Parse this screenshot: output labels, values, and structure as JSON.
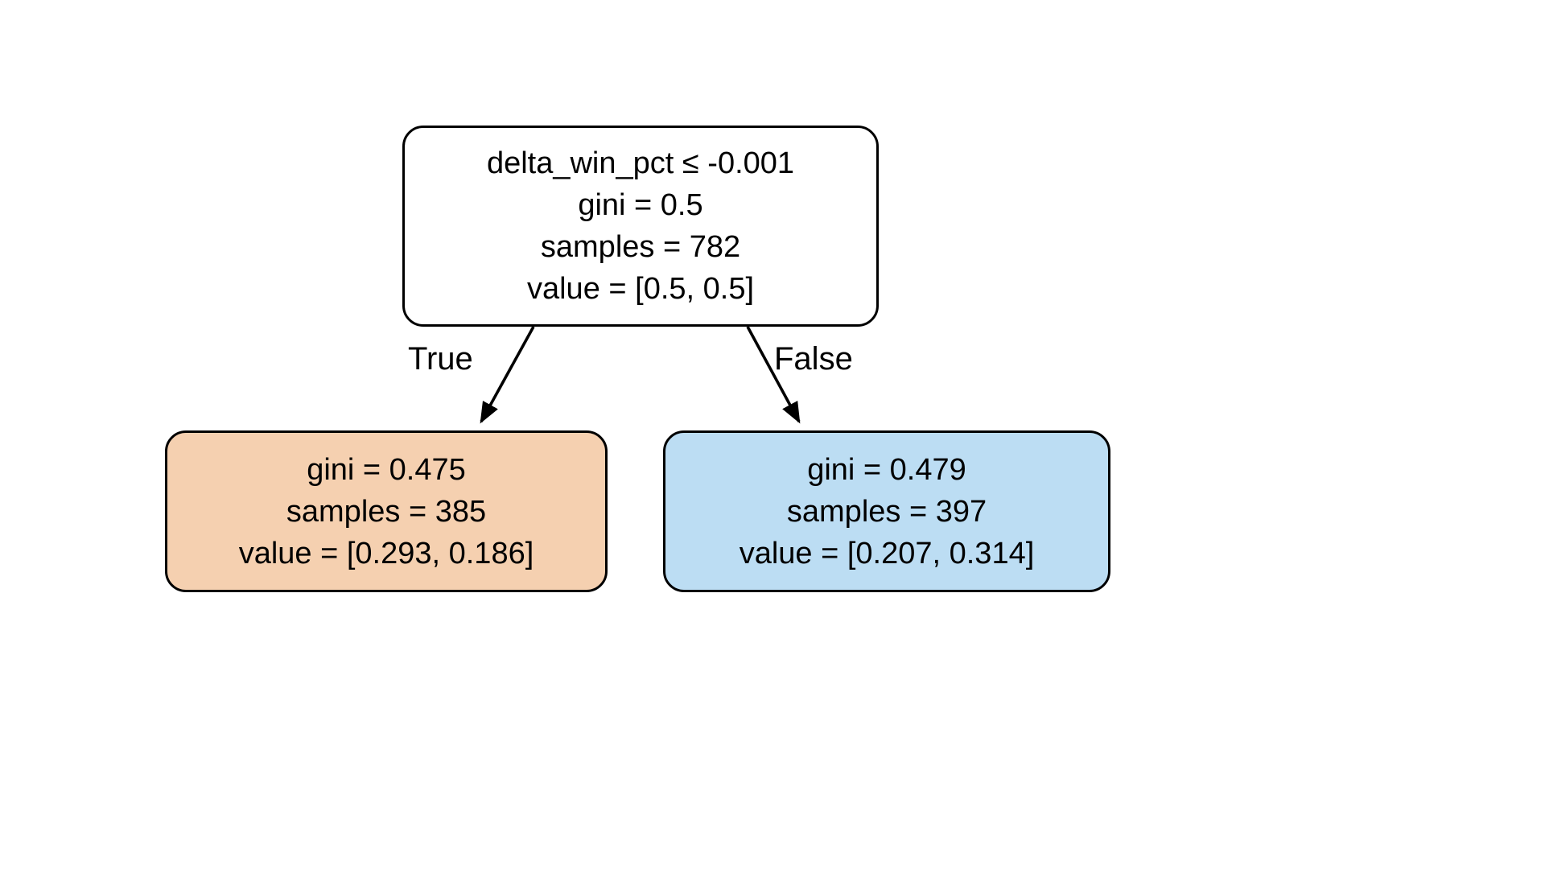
{
  "figure": {
    "type": "decision-tree",
    "background_color": "#ffffff",
    "border_color": "#000000",
    "text_color": "#000000"
  },
  "chart_data": {
    "type": "tree",
    "title": "",
    "criterion": "gini",
    "root": {
      "id": "root",
      "condition": "delta_win_pct ≤ -0.001",
      "feature": "delta_win_pct",
      "operator": "≤",
      "threshold": -0.001,
      "gini": 0.5,
      "samples": 782,
      "value": [
        0.5,
        0.5
      ],
      "fill_color": "#ffffff"
    },
    "children": [
      {
        "id": "leaf-left",
        "branch": "True",
        "gini": 0.475,
        "samples": 385,
        "value": [
          0.293,
          0.186
        ],
        "fill_color": "#f5d0b0"
      },
      {
        "id": "leaf-right",
        "branch": "False",
        "gini": 0.479,
        "samples": 397,
        "value": [
          0.207,
          0.314
        ],
        "fill_color": "#bcddf3"
      }
    ]
  },
  "nodes": {
    "root": {
      "line1": "delta_win_pct ≤ -0.001",
      "line2": "gini = 0.5",
      "line3": "samples = 782",
      "line4": "value = [0.5, 0.5]"
    },
    "leaf_left": {
      "line1": "gini = 0.475",
      "line2": "samples = 385",
      "line3": "value = [0.293, 0.186]"
    },
    "leaf_right": {
      "line1": "gini = 0.479",
      "line2": "samples = 397",
      "line3": "value = [0.207, 0.314]"
    }
  },
  "edges": {
    "true_label": "True",
    "false_label": "False"
  }
}
